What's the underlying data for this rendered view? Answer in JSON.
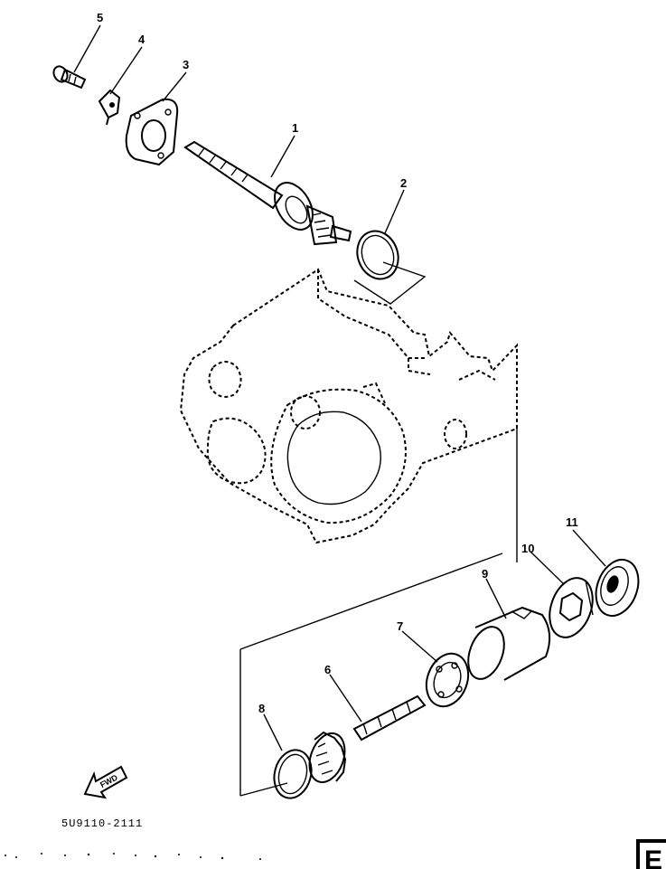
{
  "callouts": {
    "p1": "1",
    "p2": "2",
    "p3": "3",
    "p4": "4",
    "p5": "5",
    "p6": "6",
    "p7": "7",
    "p8": "8",
    "p9": "9",
    "p10": "10",
    "p11": "11"
  },
  "fwd_label": "FWD",
  "diagram_code": "5U9110-2111",
  "page_letter": "E"
}
